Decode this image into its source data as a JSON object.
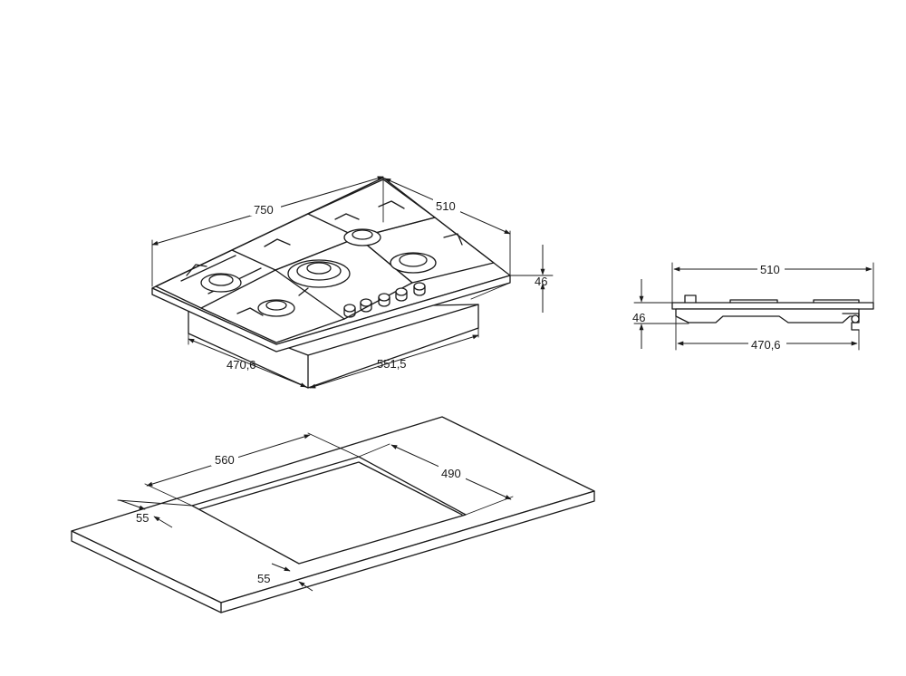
{
  "dimensions": {
    "width": "750",
    "depth": "510",
    "height": "46",
    "base_depth": "470,6",
    "base_width": "551,5",
    "side_depth": "510",
    "side_height": "46",
    "side_base_depth": "470,6",
    "cutout_width": "560",
    "cutout_depth": "490",
    "front_margin": "55",
    "back_margin": "55"
  }
}
